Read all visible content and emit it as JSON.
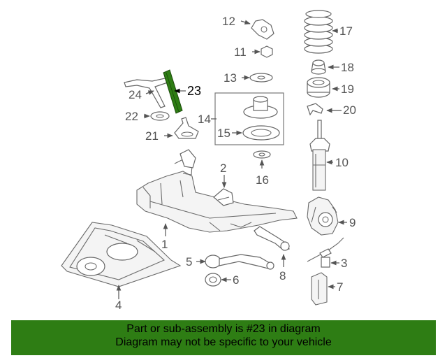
{
  "diagram": {
    "highlighted_part": "23",
    "part_numbers": [
      "1",
      "2",
      "3",
      "4",
      "5",
      "6",
      "7",
      "8",
      "9",
      "10",
      "11",
      "12",
      "13",
      "14",
      "15",
      "16",
      "17",
      "18",
      "19",
      "20",
      "21",
      "22",
      "23",
      "24"
    ]
  },
  "banner": {
    "line1": "Part or sub-assembly is #23 in diagram",
    "line2": "Diagram may not be specific to your vehicle",
    "background": "#2e7d14"
  },
  "colors": {
    "highlight": "#2e7d14",
    "line_art": "#666666",
    "label": "#555555"
  }
}
